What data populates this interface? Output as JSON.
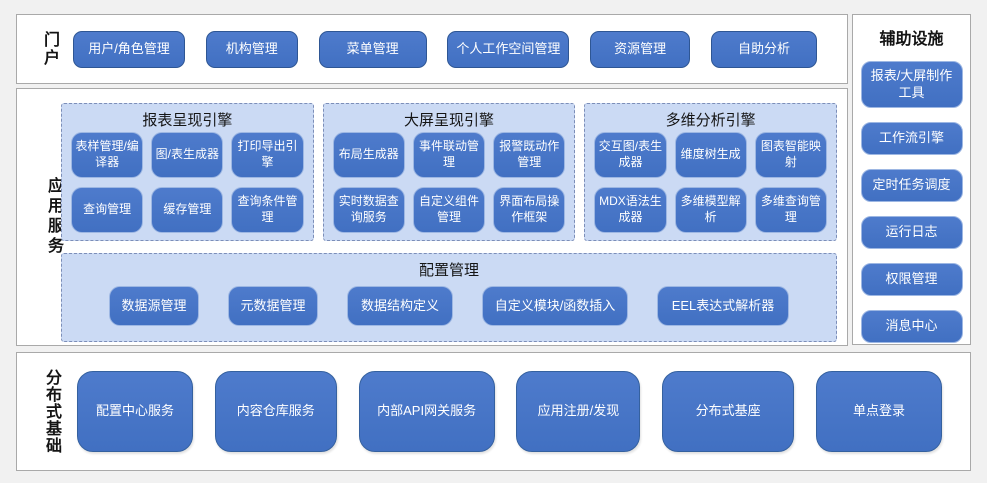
{
  "colors": {
    "button_fill": "#4472C4",
    "button_border_dark": "#2E5694",
    "button_border_light": "#9DB7E3",
    "panel_fill": "#CBDAF4",
    "panel_border": "#7C8EB8",
    "section_border": "#A9A9A9",
    "background": "#F1F1F1"
  },
  "portal": {
    "label": "门户",
    "buttons": [
      "用户/角色管理",
      "机构管理",
      "菜单管理",
      "个人工作空间管理",
      "资源管理",
      "自助分析"
    ]
  },
  "app_services": {
    "label": "应用服务",
    "engines": [
      {
        "title": "报表呈现引擎",
        "buttons": [
          "表样管理/编译器",
          "图/表生成器",
          "打印导出引擎",
          "查询管理",
          "缓存管理",
          "查询条件管理"
        ]
      },
      {
        "title": "大屏呈现引擎",
        "buttons": [
          "布局生成器",
          "事件联动管理",
          "报警既动作管理",
          "实时数据查询服务",
          "自定义组件管理",
          "界面布局操作框架"
        ]
      },
      {
        "title": "多维分析引擎",
        "buttons": [
          "交互图/表生成器",
          "维度树生成",
          "图表智能映射",
          "MDX语法生成器",
          "多维模型解析",
          "多维查询管理"
        ]
      }
    ],
    "config": {
      "title": "配置管理",
      "buttons": [
        "数据源管理",
        "元数据管理",
        "数据结构定义",
        "自定义模块/函数插入",
        "EEL表达式解析器"
      ]
    }
  },
  "auxiliary": {
    "title": "辅助设施",
    "buttons": [
      "报表/大屏制作工具",
      "工作流引擎",
      "定时任务调度",
      "运行日志",
      "权限管理",
      "消息中心"
    ]
  },
  "distributed": {
    "label": "分布式基础",
    "buttons": [
      "配置中心服务",
      "内容仓库服务",
      "内部API网关服务",
      "应用注册/发现",
      "分布式基座",
      "单点登录"
    ]
  }
}
